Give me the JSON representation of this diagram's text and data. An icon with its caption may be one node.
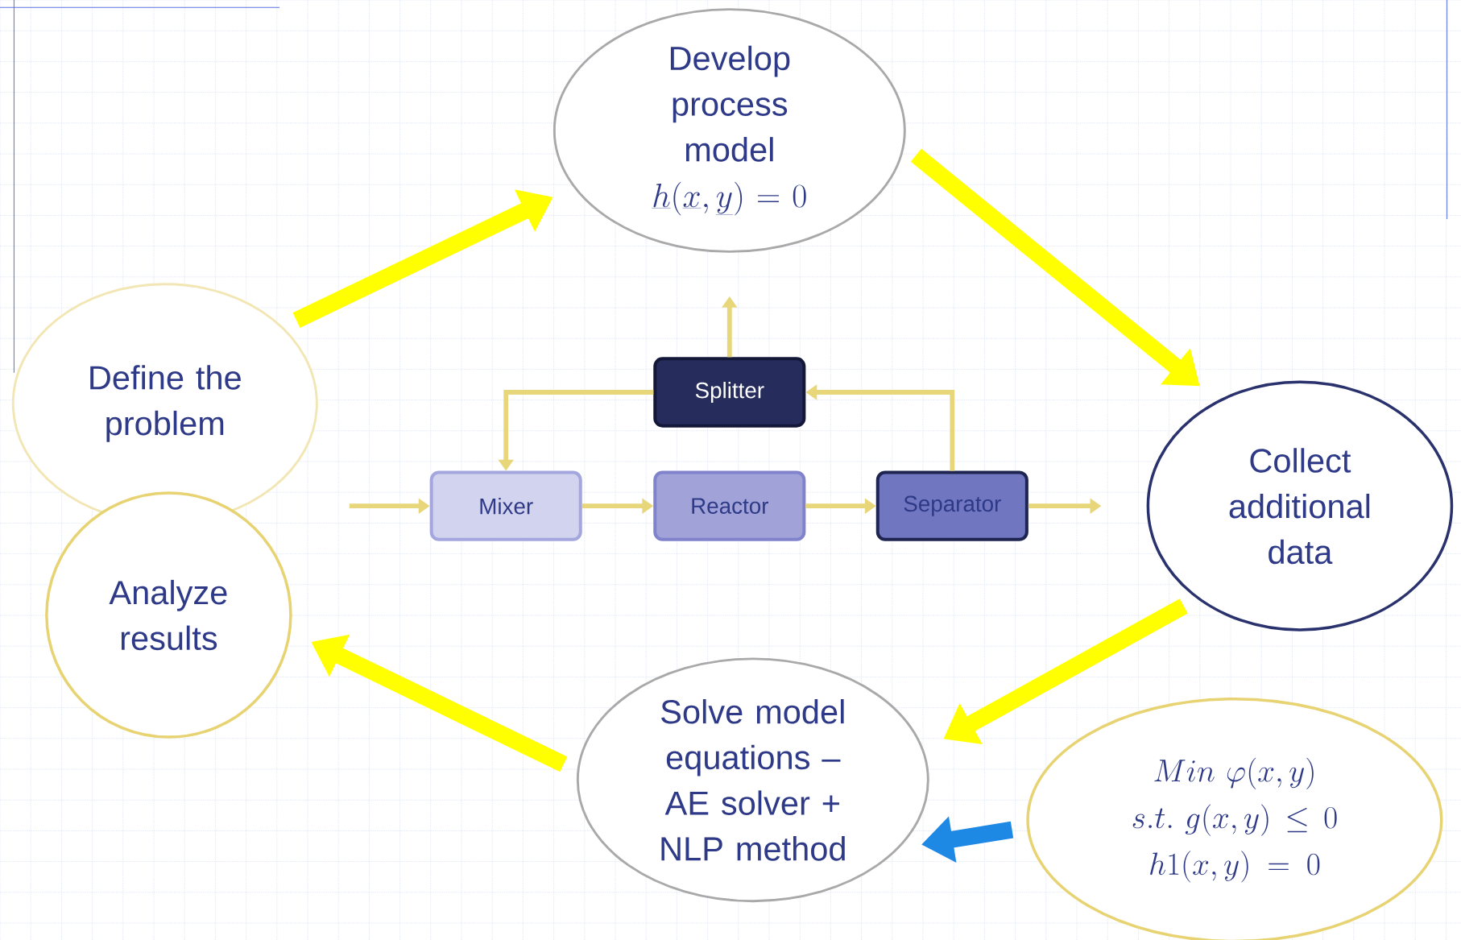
{
  "diagram": {
    "nodes": [
      {
        "text": [
          "Develop process model",
          "\\underline{h}(\\underline{x},\\underline{y}) = 0"
        ]
      },
      {
        "text": [
          "Define the problem"
        ]
      },
      {
        "text": [
          "Analyze results"
        ]
      },
      {
        "text": [
          "Collect additional data"
        ]
      },
      {
        "text": [
          "Solve model equations – AE solver + NLP method"
        ]
      },
      {
        "text": [
          "Min\\ \\varphi(x,y)",
          "s.t.\\ g(x,y) \\leq 0",
          "h1(x,y) = 0"
        ]
      },
      {
        "text": [
          "Mixer"
        ]
      },
      {
        "text": [
          "Reactor"
        ]
      },
      {
        "text": [
          "Separator"
        ]
      },
      {
        "text": [
          "Splitter"
        ]
      }
    ],
    "edges": [
      {
        "from": 1,
        "to": 0,
        "arrow": "to",
        "style": "thick",
        "color": "#ffff00"
      },
      {
        "from": 0,
        "to": 3,
        "arrow": "to",
        "style": "thick",
        "color": "#ffff00"
      },
      {
        "from": 3,
        "to": 4,
        "arrow": "to",
        "style": "thick",
        "color": "#ffff00"
      },
      {
        "from": 4,
        "to": 2,
        "arrow": "to",
        "style": "thick",
        "color": "#ffff00"
      },
      {
        "from": 5,
        "to": 4,
        "arrow": "to",
        "style": "thick",
        "color": "#1e88e5"
      },
      {
        "from": null,
        "to": 6,
        "arrow": "to"
      },
      {
        "from": 6,
        "to": 7,
        "arrow": "to"
      },
      {
        "from": 7,
        "to": 8,
        "arrow": "to"
      },
      {
        "from": 8,
        "to": null,
        "arrow": "to"
      },
      {
        "from": 8,
        "to": 9,
        "arrow": "to"
      },
      {
        "from": 9,
        "to": 6,
        "arrow": "to"
      },
      {
        "from": 9,
        "to": null,
        "arrow": "to"
      }
    ]
  }
}
